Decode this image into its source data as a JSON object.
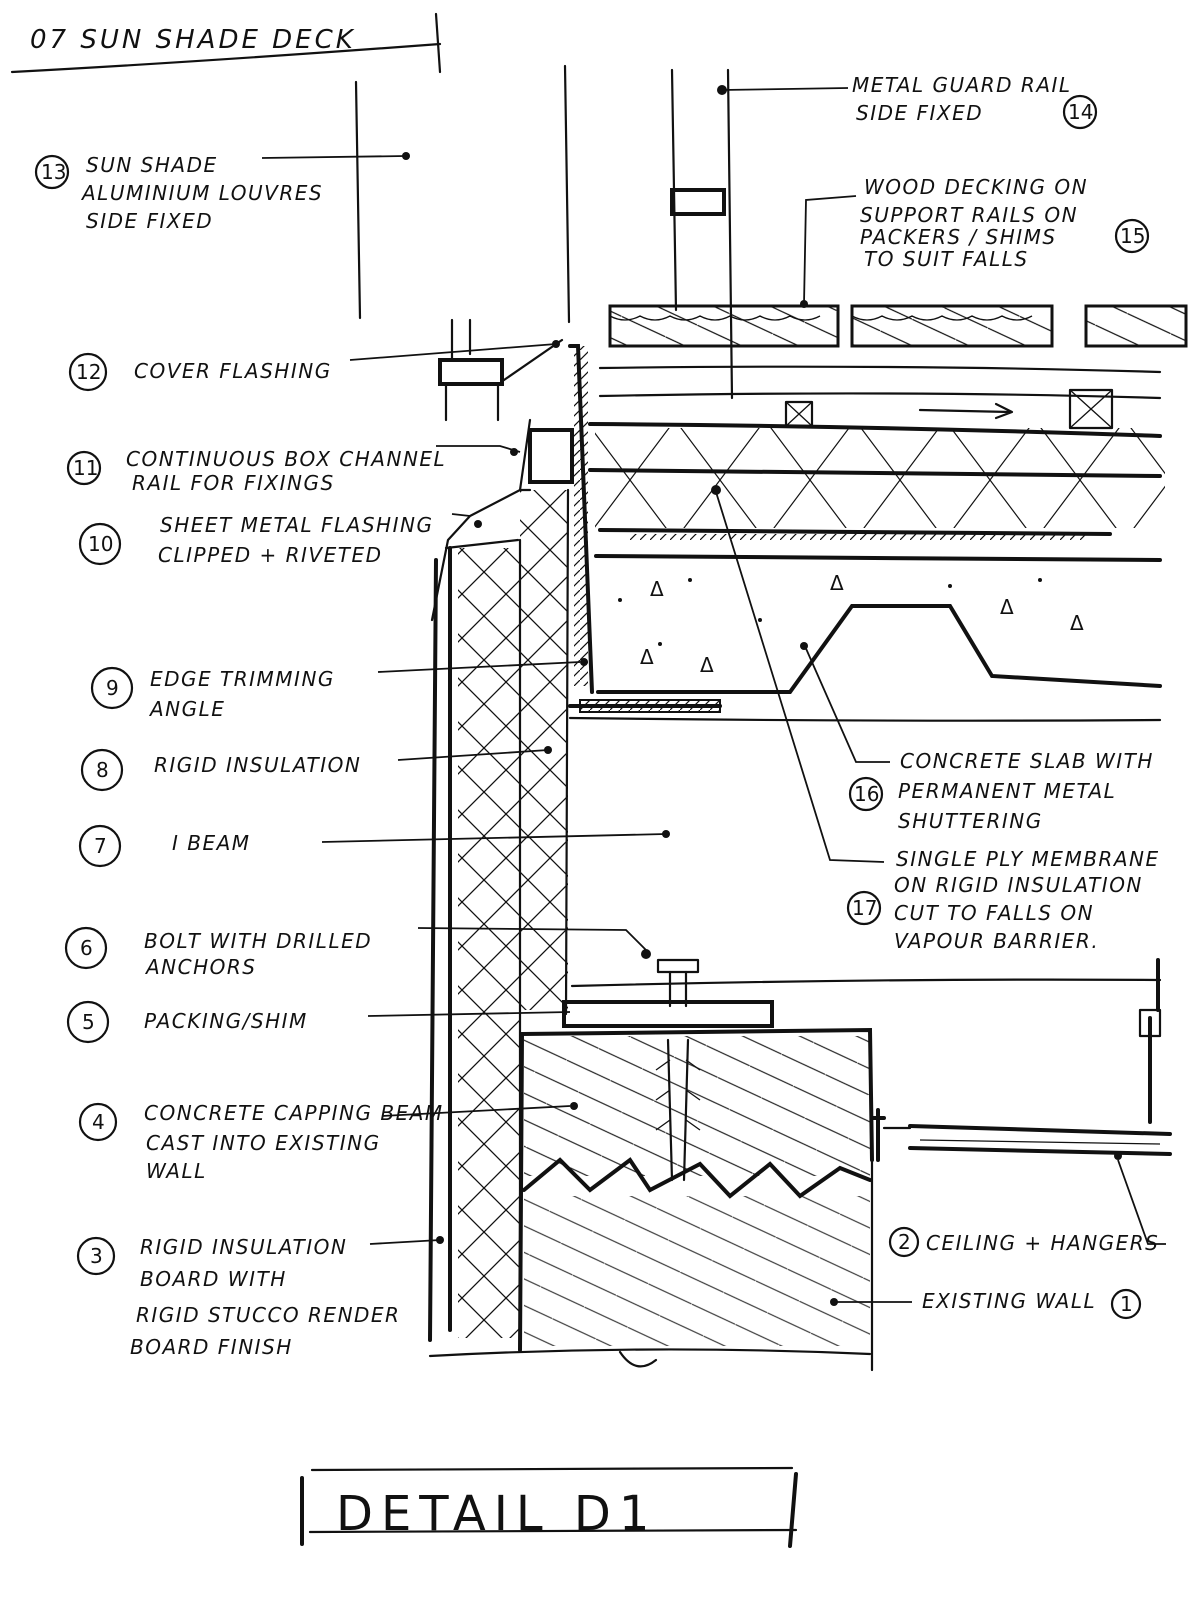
{
  "sheet_title": "07 SUN SHADE DECK",
  "detail_title": "DETAIL D1",
  "labels": {
    "l13": {
      "num": "13",
      "lines": [
        "SUN SHADE",
        "ALUMINIUM LOUVRES",
        "SIDE FIXED"
      ]
    },
    "l14": {
      "num": "14",
      "lines": [
        "METAL GUARD RAIL",
        "SIDE FIXED"
      ]
    },
    "l15": {
      "num": "15",
      "lines": [
        "WOOD DECKING ON",
        "SUPPORT RAILS ON",
        "PACKERS / SHIMS",
        "TO SUIT FALLS"
      ]
    },
    "l12": {
      "num": "12",
      "lines": [
        "COVER FLASHING"
      ]
    },
    "l11": {
      "num": "11",
      "lines": [
        "CONTINUOUS BOX CHANNEL",
        "RAIL FOR FIXINGS"
      ]
    },
    "l10": {
      "num": "10",
      "lines": [
        "SHEET METAL FLASHING",
        "CLIPPED + RIVETED"
      ]
    },
    "l9": {
      "num": "9",
      "lines": [
        "EDGE TRIMMING",
        "ANGLE"
      ]
    },
    "l8": {
      "num": "8",
      "lines": [
        "RIGID INSULATION"
      ]
    },
    "l7": {
      "num": "7",
      "lines": [
        "I BEAM"
      ]
    },
    "l6": {
      "num": "6",
      "lines": [
        "BOLT WITH DRILLED",
        "ANCHORS"
      ]
    },
    "l5": {
      "num": "5",
      "lines": [
        "PACKING/SHIM"
      ]
    },
    "l4": {
      "num": "4",
      "lines": [
        "CONCRETE CAPPING BEAM",
        "CAST INTO EXISTING",
        "WALL"
      ]
    },
    "l3": {
      "num": "3",
      "lines": [
        "RIGID INSULATION",
        "BOARD WITH",
        "RIGID STUCCO RENDER",
        "BOARD FINISH"
      ]
    },
    "l16": {
      "num": "16",
      "lines": [
        "CONCRETE SLAB WITH",
        "PERMANENT METAL",
        "SHUTTERING"
      ]
    },
    "l17": {
      "num": "17",
      "lines": [
        "SINGLE PLY MEMBRANE",
        "ON RIGID INSULATION",
        "CUT TO FALLS ON",
        "VAPOUR BARRIER."
      ]
    },
    "l2": {
      "num": "2",
      "lines": [
        "CEILING + HANGERS"
      ]
    },
    "l1": {
      "num": "1",
      "lines": [
        "EXISTING WALL"
      ]
    }
  }
}
